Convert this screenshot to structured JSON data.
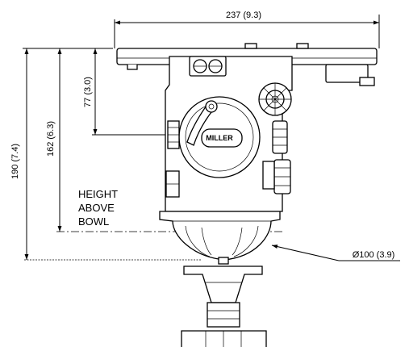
{
  "dimensions": {
    "width": "237 (9.3)",
    "overall_height": "190 (7.4)",
    "bowl_height": "162 (6.3)",
    "axis_height": "77 (3.0)",
    "bowl_diameter": "Ø100 (3.9)"
  },
  "note": {
    "line1": "HEIGHT",
    "line2": "ABOVE",
    "line3": "BOWL"
  },
  "logo": {
    "text": "MILLER"
  }
}
